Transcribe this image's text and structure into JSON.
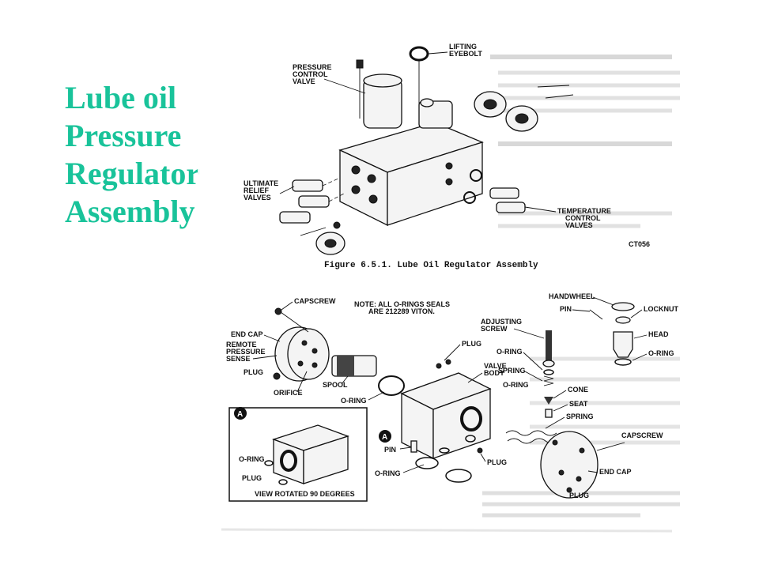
{
  "slide_title_lines": [
    "Lube oil",
    "Pressure",
    "Regulator",
    "Assembly"
  ],
  "figure_upper": {
    "caption": "Figure 6.5.1.  Lube Oil Regulator Assembly",
    "code": "CT056",
    "labels": {
      "pressure_control_valve": [
        "PRESSURE",
        "CONTROL",
        "VALVE"
      ],
      "lifting_eyebolt": [
        "LIFTING",
        "EYEBOLT"
      ],
      "ultimate_relief_valves": [
        "ULTIMATE",
        "RELIEF",
        "VALVES"
      ],
      "temperature_control_valves": [
        "TEMPERATURE",
        "CONTROL",
        "VALVES"
      ]
    }
  },
  "figure_lower": {
    "note": [
      "NOTE: ALL O-RINGS SEALS",
      "ARE 212289 VITON."
    ],
    "labels": {
      "capscrew_top": "CAPSCREW",
      "end_cap_left": "END CAP",
      "remote_pressure_sense": [
        "REMOTE",
        "PRESSURE",
        "SENSE"
      ],
      "plug_left": "PLUG",
      "orifice": "ORIFICE",
      "spool": "SPOOL",
      "plug_top": "PLUG",
      "valve_body": [
        "VALVE",
        "BODY"
      ],
      "o_ring_body": "O-RING",
      "adjusting_screw": [
        "ADJUSTING",
        "SCREW"
      ],
      "o_ring_screw": "O-RING",
      "spring_upper": "SPRING",
      "cone": "CONE",
      "seat": "SEAT",
      "spring_lower": "SPRING",
      "handwheel": "HANDWHEEL",
      "pin_top": "PIN",
      "locknut": "LOCKNUT",
      "head": "HEAD",
      "o_ring_head": "O-RING",
      "capscrew_right": "CAPSCREW",
      "end_cap_right": "END CAP",
      "plug_right": "PLUG",
      "pin_bottom": "PIN",
      "plug_mid": "PLUG",
      "o_ring_bottom": "O-RING",
      "marker": "A"
    },
    "inset": {
      "marker": "A",
      "o_ring": "O-RING",
      "plug": "PLUG",
      "caption": "VIEW ROTATED 90 DEGREES"
    }
  }
}
